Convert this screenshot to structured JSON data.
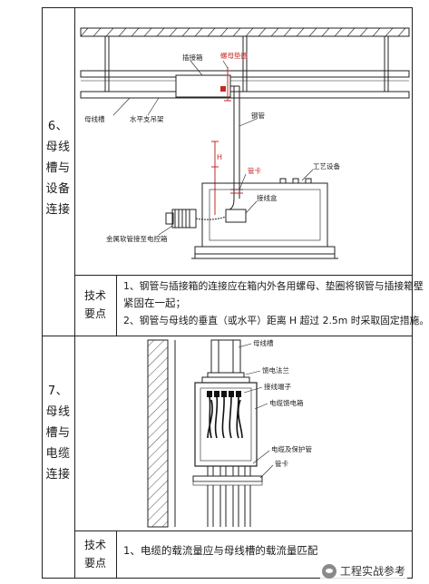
{
  "rows": [
    {
      "label_lines": [
        "6、",
        "母线",
        "槽与",
        "设备",
        "连接"
      ],
      "tech_label": [
        "技术",
        "要点"
      ],
      "points": [
        "1、钢管与插接箱的连接应在箱内外各用螺母、垫圈将钢管与插接箱壁",
        "紧固在一起；",
        "2、钢管与母线的垂直（或水平）距离 H 超过 2.5m 时采取固定措施。"
      ],
      "diagram_labels": {
        "plug_box": "插接箱",
        "nut_washer": "螺母垫圈",
        "busway": "母线槽",
        "horizontal_support": "水平支吊架",
        "steel_pipe": "钢管",
        "pipe_clamp": "管卡",
        "process_equipment": "工艺设备",
        "junction_box": "接线盒",
        "flex_conduit": "金属软管接至电控箱",
        "h_mark": "H"
      }
    },
    {
      "label_lines": [
        "7、",
        "母线",
        "槽与",
        "电缆",
        "连接"
      ],
      "tech_label": [
        "技术",
        "要点"
      ],
      "points": [
        "1、电缆的载流量应与母线槽的载流量匹配"
      ],
      "diagram_labels": {
        "busway": "母线槽",
        "feed_flange": "馈电法兰",
        "terminal": "接线端子",
        "cable_feed_box": "电缆馈电箱",
        "cable_protection_pipe": "电缆及保护管",
        "pipe_clamp": "管卡"
      }
    }
  ],
  "watermark": "工程实战参考"
}
